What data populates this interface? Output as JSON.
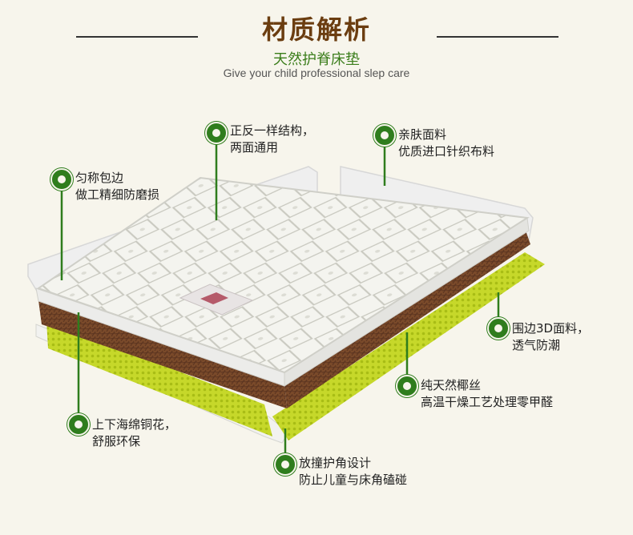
{
  "header": {
    "title": "材质解析",
    "subtitle": "天然护脊床垫",
    "tagline": "Give your child professional slep care"
  },
  "callouts": [
    {
      "id": "reversible",
      "line1": "正反一样结构，",
      "line2": "两面通用"
    },
    {
      "id": "fabric",
      "line1": "亲肤面料",
      "line2": "优质进口针织布料"
    },
    {
      "id": "edging",
      "line1": "匀称包边",
      "line2": "做工精细防磨损"
    },
    {
      "id": "mesh",
      "line1": "围边3D面料，",
      "line2": "透气防潮"
    },
    {
      "id": "coir",
      "line1": "纯天然椰丝",
      "line2": "高温干燥工艺处理零甲醛"
    },
    {
      "id": "cotton",
      "line1": "上下海绵铜花，",
      "line2": "舒服环保"
    },
    {
      "id": "corners",
      "line1": "放撞护角设计",
      "line2": "防止儿童与床角磕碰"
    }
  ],
  "colors": {
    "accent": "#2f7d1d",
    "title": "#6b3d10",
    "mesh": "#c8d92a",
    "coir": "#7a4a2a"
  }
}
